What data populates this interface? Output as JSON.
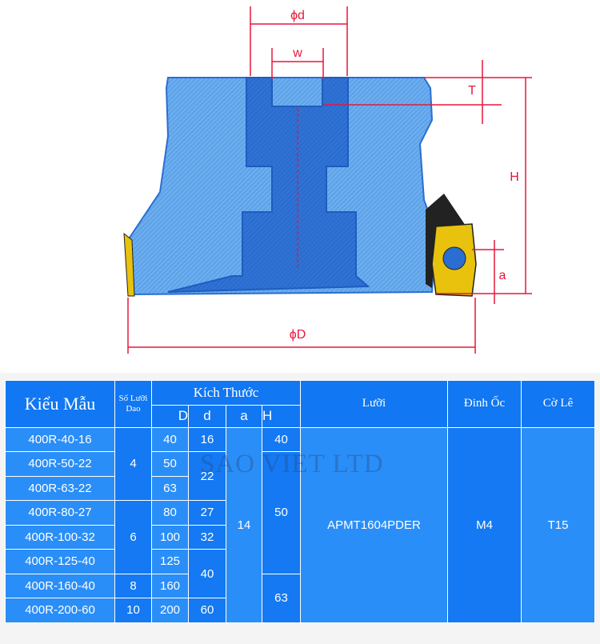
{
  "drawing": {
    "labels": {
      "phi_d": "ϕd",
      "w": "w",
      "T": "T",
      "H": "H",
      "a": "a",
      "phi_D": "ϕD"
    },
    "colors": {
      "body": "#5aa0e6",
      "core": "#2b6ed1",
      "insert": "#e8c20c",
      "dim": "#e8163c"
    }
  },
  "table": {
    "headers": {
      "model": "Kiểu Mẫu",
      "teeth": "Số Lưỡi Dao",
      "dimensions": "Kích Thước",
      "D": "D",
      "d": "d",
      "a": "a",
      "H": "H",
      "insert": "Lưỡi",
      "screw": "Đinh Ốc",
      "wrench": "Cờ Lê"
    },
    "models": [
      "400R-40-16",
      "400R-50-22",
      "400R-63-22",
      "400R-80-27",
      "400R-100-32",
      "400R-125-40",
      "400R-160-40",
      "400R-200-60"
    ],
    "teeth": [
      "4",
      "6",
      "8",
      "10"
    ],
    "D": [
      "40",
      "50",
      "63",
      "80",
      "100",
      "125",
      "160",
      "200"
    ],
    "d": [
      "16",
      "22",
      "27",
      "32",
      "40",
      "60"
    ],
    "a": "14",
    "H": [
      "40",
      "50",
      "63"
    ],
    "insert": "APMT1604PDER",
    "screw": "M4",
    "wrench": "T15",
    "watermark": "SAO VIET LTD"
  }
}
